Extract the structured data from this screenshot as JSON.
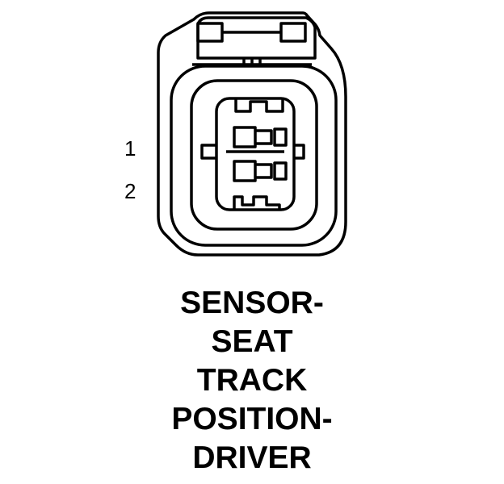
{
  "pins": [
    "1",
    "2"
  ],
  "caption_lines": [
    "SENSOR-",
    "SEAT",
    "TRACK",
    "POSITION-",
    "DRIVER"
  ],
  "colors": {
    "ink": "#000000",
    "paper": "#ffffff"
  }
}
